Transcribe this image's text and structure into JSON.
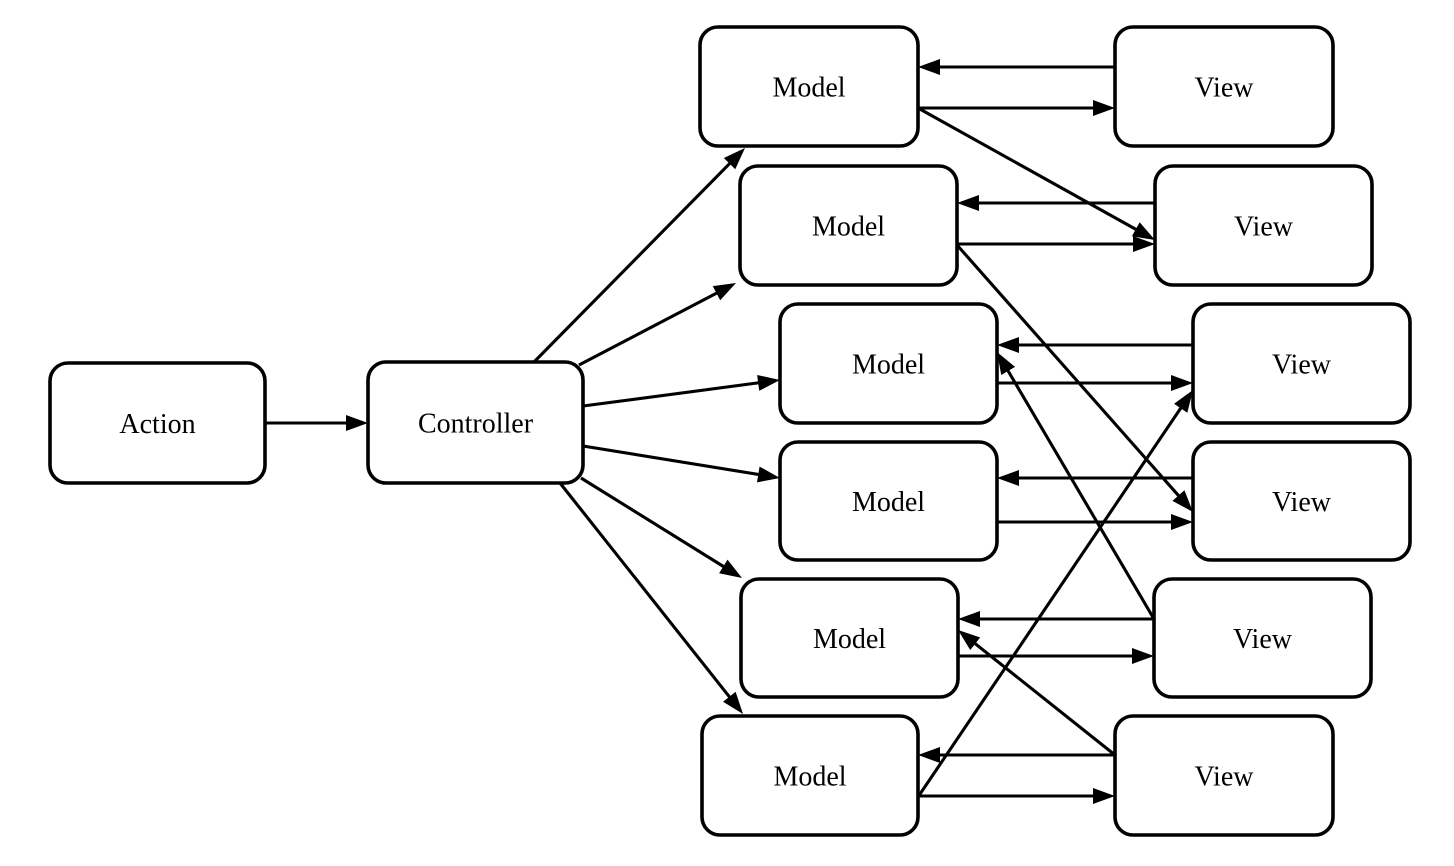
{
  "diagram": {
    "title": "Action-Controller-Model-View diagram",
    "background_color": "#ffffff",
    "line_color": "#000000",
    "text_color": "#000000",
    "nodes": [
      {
        "id": "action",
        "label": "Action"
      },
      {
        "id": "controller",
        "label": "Controller"
      },
      {
        "id": "model1",
        "label": "Model"
      },
      {
        "id": "model2",
        "label": "Model"
      },
      {
        "id": "model3",
        "label": "Model"
      },
      {
        "id": "model4",
        "label": "Model"
      },
      {
        "id": "model5",
        "label": "Model"
      },
      {
        "id": "model6",
        "label": "Model"
      },
      {
        "id": "view1",
        "label": "View"
      },
      {
        "id": "view2",
        "label": "View"
      },
      {
        "id": "view3",
        "label": "View"
      },
      {
        "id": "view4",
        "label": "View"
      },
      {
        "id": "view5",
        "label": "View"
      },
      {
        "id": "view6",
        "label": "View"
      }
    ],
    "edges": [
      {
        "from": "action",
        "to": "controller"
      },
      {
        "from": "controller",
        "to": "model1"
      },
      {
        "from": "controller",
        "to": "model2"
      },
      {
        "from": "controller",
        "to": "model3"
      },
      {
        "from": "controller",
        "to": "model4"
      },
      {
        "from": "controller",
        "to": "model5"
      },
      {
        "from": "controller",
        "to": "model6"
      },
      {
        "from": "view1",
        "to": "model1"
      },
      {
        "from": "model1",
        "to": "view1"
      },
      {
        "from": "view2",
        "to": "model2"
      },
      {
        "from": "model2",
        "to": "view2"
      },
      {
        "from": "view3",
        "to": "model3"
      },
      {
        "from": "model3",
        "to": "view3"
      },
      {
        "from": "view4",
        "to": "model4"
      },
      {
        "from": "model4",
        "to": "view4"
      },
      {
        "from": "view5",
        "to": "model5"
      },
      {
        "from": "model5",
        "to": "view5"
      },
      {
        "from": "view6",
        "to": "model6"
      },
      {
        "from": "model6",
        "to": "view6"
      },
      {
        "from": "model1",
        "to": "view2"
      },
      {
        "from": "model2",
        "to": "view4"
      },
      {
        "from": "view5",
        "to": "model3"
      },
      {
        "from": "model6",
        "to": "view3"
      },
      {
        "from": "view6",
        "to": "model5"
      }
    ]
  }
}
